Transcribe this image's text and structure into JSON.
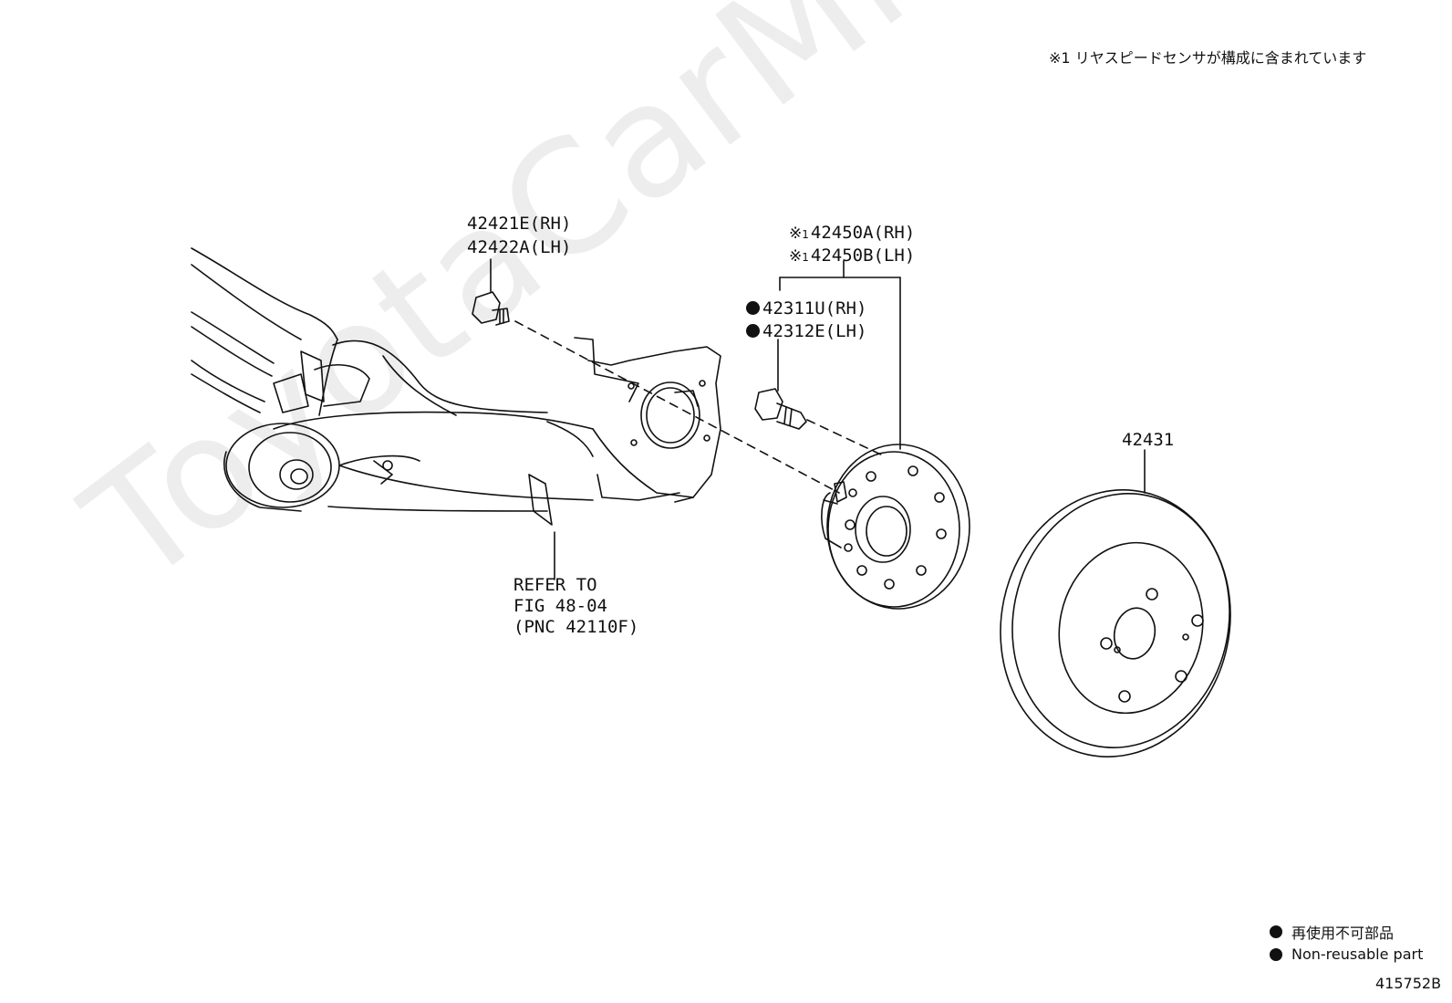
{
  "header_note": {
    "mark": "※1",
    "text": "リヤスピードセンサが構成に含まれています"
  },
  "watermark": "ToyotaCarMine.ru",
  "labels": {
    "bolt_rh": "42421E(RH)",
    "bolt_lh": "42422A(LH)",
    "hub_mark_rh": "※",
    "hub_sup_rh": "1",
    "hub_rh": "42450A(RH)",
    "hub_mark_lh": "※",
    "hub_sup_lh": "1",
    "hub_lh": "42450B(LH)",
    "stud_rh": "42311U(RH)",
    "stud_lh": "42312E(LH)",
    "disc": "42431",
    "refer_1": "REFER TO",
    "refer_2": "FIG 48-04",
    "refer_3": "(PNC 42110F)"
  },
  "legend": {
    "jp": "再使用不可部品",
    "en": "Non-reusable part"
  },
  "figure_id": "415752B"
}
